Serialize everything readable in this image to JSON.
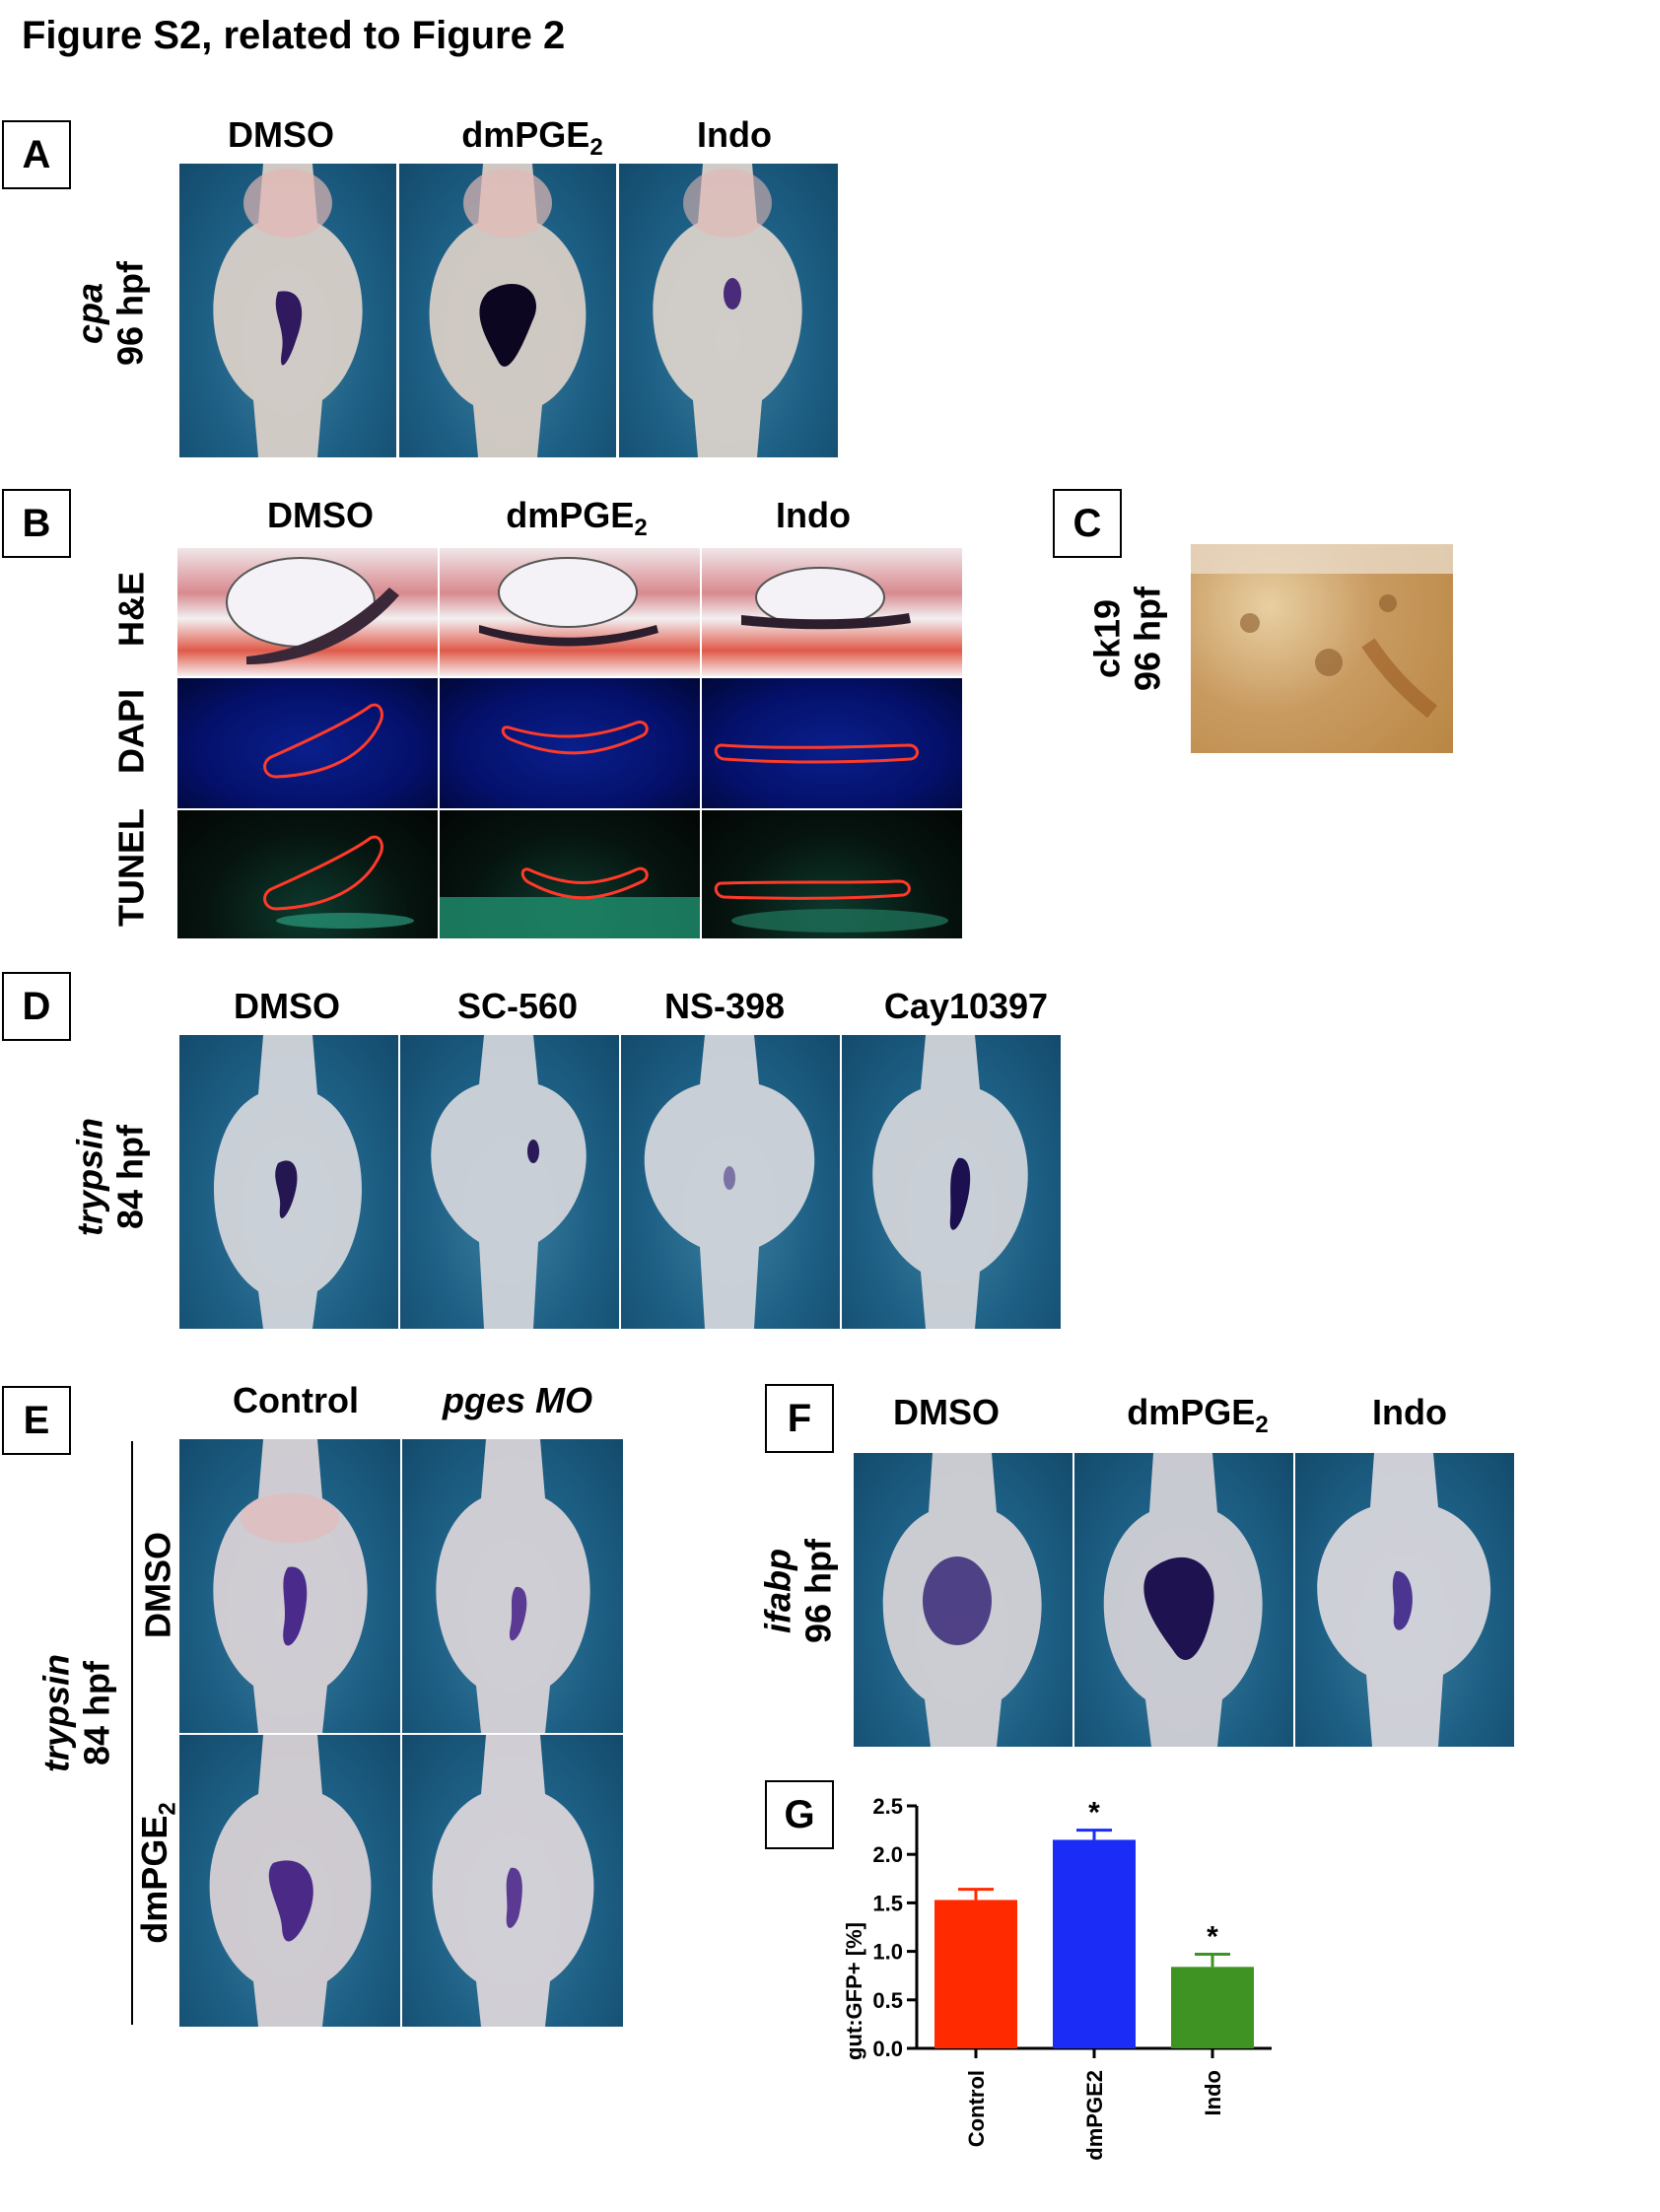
{
  "figure_title": "Figure S2, related to Figure 2",
  "panels": {
    "A": {
      "label": "A",
      "columns": [
        "DMSO",
        "dmPGE",
        "Indo"
      ],
      "subscript": "2",
      "row_label_gene": "cpa",
      "row_label_time": "96 hpf"
    },
    "B": {
      "label": "B",
      "columns": [
        "DMSO",
        "dmPGE",
        "Indo"
      ],
      "subscript": "2",
      "rows": [
        "H&E",
        "DAPI",
        "TUNEL"
      ]
    },
    "C": {
      "label": "C",
      "row_label_gene": "ck19",
      "row_label_time": "96 hpf"
    },
    "D": {
      "label": "D",
      "columns": [
        "DMSO",
        "SC-560",
        "NS-398",
        "Cay10397"
      ],
      "row_label_gene": "trypsin",
      "row_label_time": "84 hpf"
    },
    "E": {
      "label": "E",
      "columns": [
        "Control",
        "pges MO"
      ],
      "rows": [
        "DMSO",
        "dmPGE"
      ],
      "subscript": "2",
      "row_label_gene": "trypsin",
      "row_label_time": "84 hpf"
    },
    "F": {
      "label": "F",
      "columns": [
        "DMSO",
        "dmPGE",
        "Indo"
      ],
      "subscript": "2",
      "row_label_gene": "ifabp",
      "row_label_time": "96 hpf"
    },
    "G": {
      "label": "G"
    }
  },
  "chart_data": {
    "type": "bar",
    "categories": [
      "Control",
      "dmPGE2",
      "Indo"
    ],
    "values": [
      1.53,
      2.15,
      0.84
    ],
    "errors": [
      0.11,
      0.1,
      0.13
    ],
    "significance": [
      "",
      "*",
      "*"
    ],
    "colors": [
      "#ff2a00",
      "#1a2cf5",
      "#3f9322"
    ],
    "ylabel": "gut:GFP+ [%]",
    "ylim": [
      0,
      2.5
    ],
    "yticks": [
      "0.0",
      "0.5",
      "1.0",
      "1.5",
      "2.0",
      "2.5"
    ]
  }
}
